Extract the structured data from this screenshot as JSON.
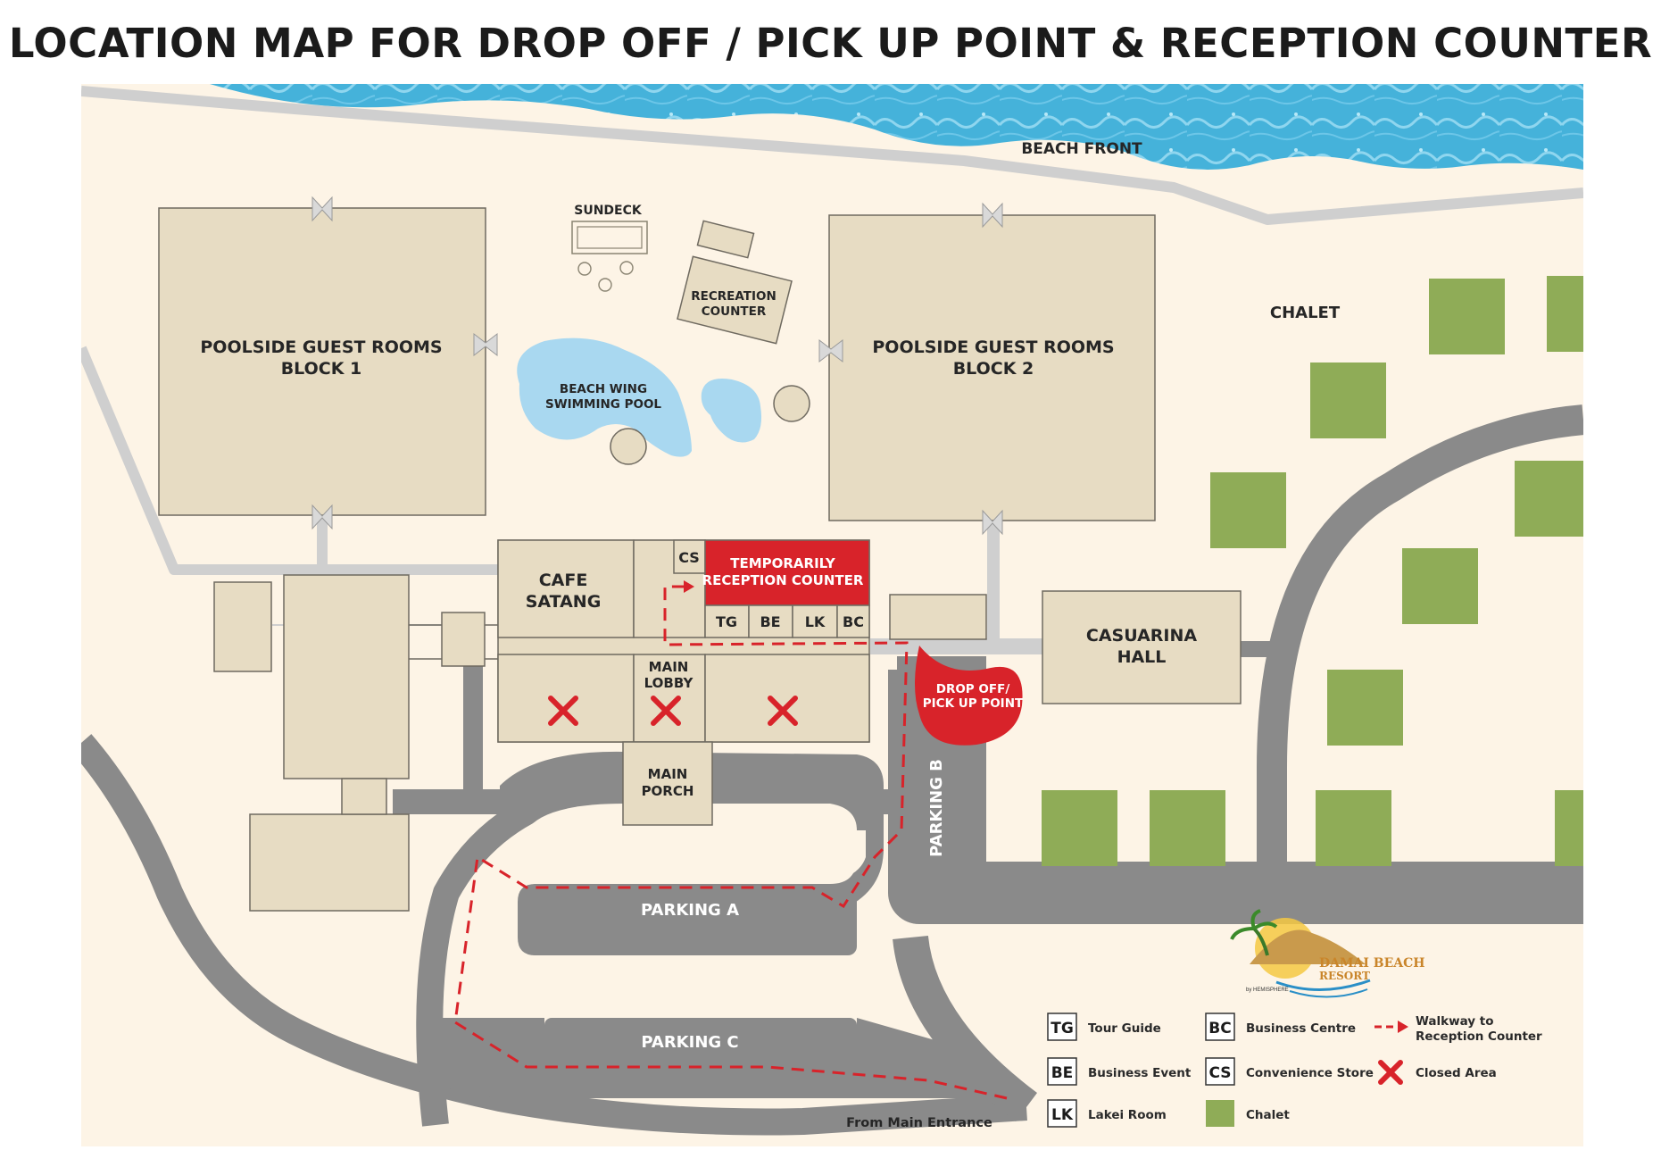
{
  "title": "LOCATION MAP FOR DROP OFF / PICK UP POINT & RECEPTION COUNTER",
  "labels": {
    "beach_front": "BEACH FRONT",
    "sundeck": "SUNDECK",
    "recreation_counter": [
      "RECREATION",
      "COUNTER"
    ],
    "block1": [
      "POOLSIDE GUEST ROOMS",
      "BLOCK 1"
    ],
    "block2": [
      "POOLSIDE GUEST ROOMS",
      "BLOCK 2"
    ],
    "pool": [
      "BEACH WING",
      "SWIMMING POOL"
    ],
    "chalet": "CHALET",
    "cafe": [
      "CAFE",
      "SATANG"
    ],
    "cs": "CS",
    "temp_reception": [
      "TEMPORARILY",
      "RECEPTION COUNTER"
    ],
    "counters": [
      "TG",
      "BE",
      "LK",
      "BC"
    ],
    "main_lobby": [
      "MAIN",
      "LOBBY"
    ],
    "main_porch": [
      "MAIN",
      "PORCH"
    ],
    "casuarina": [
      "CASUARINA",
      "HALL"
    ],
    "drop_off": [
      "DROP OFF/",
      "PICK UP POINT"
    ],
    "parking_a": "PARKING A",
    "parking_b": "PARKING B",
    "parking_c": "PARKING C",
    "from_main_entrance": "From Main Entrance"
  },
  "logo": {
    "brand_line1": "DAMAI BEACH",
    "brand_line2": "RESORT",
    "brand_line3": "by HEMISPHERE"
  },
  "legend": [
    {
      "key": "TG",
      "label": "Tour Guide"
    },
    {
      "key": "BE",
      "label": "Business Event"
    },
    {
      "key": "LK",
      "label": "Lakei Room"
    },
    {
      "key": "BC",
      "label": "Business Centre"
    },
    {
      "key": "CS",
      "label": "Convenience Store"
    },
    {
      "key": "chalet",
      "label": "Chalet"
    },
    {
      "key": "walkway",
      "label": [
        "Walkway to",
        "Reception Counter"
      ]
    },
    {
      "key": "closed",
      "label": "Closed Area"
    }
  ],
  "colors": {
    "ground": "#fdf4e6",
    "building": "#e7dcc3",
    "building_stroke": "#6f6a60",
    "road": "#8a8a8a",
    "path": "#cfcfcf",
    "chalet": "#8fac57",
    "pool": "#a9d8f0",
    "sea": "#4fb8dc",
    "red": "#d8232a"
  }
}
